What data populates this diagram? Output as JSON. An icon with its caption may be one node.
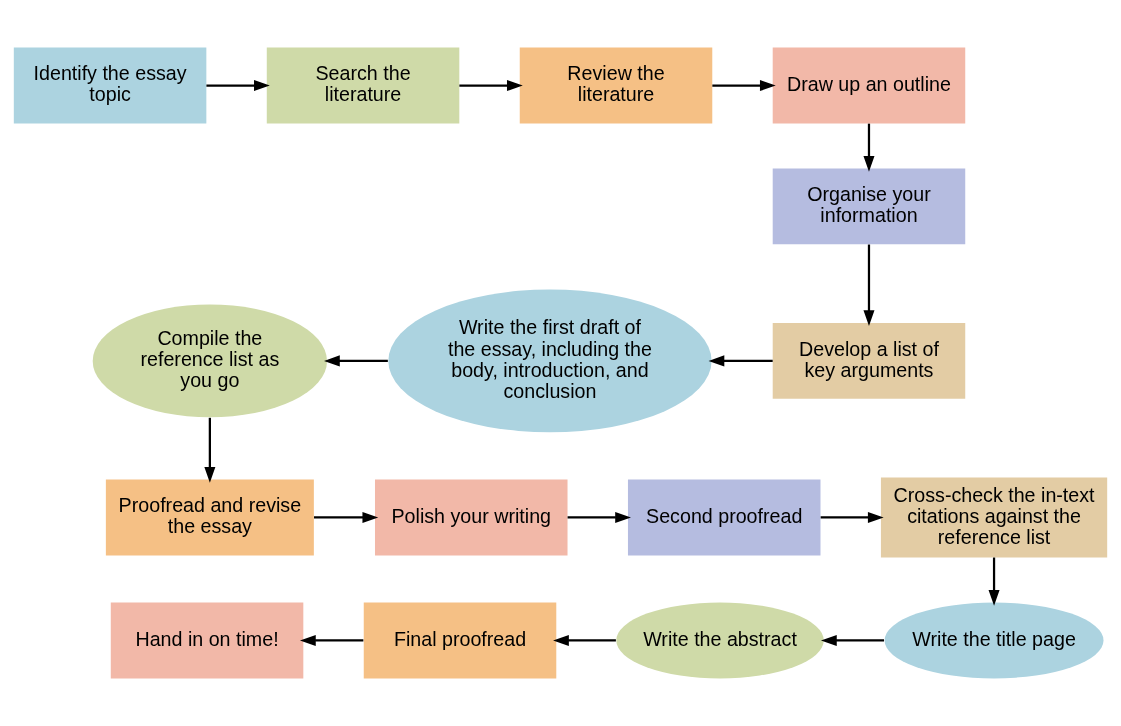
{
  "diagram": {
    "nodes": [
      {
        "text": [
          "Identify the essay topic"
        ]
      },
      {
        "text": [
          "Search the literature"
        ]
      },
      {
        "text": [
          "Review the literature"
        ]
      },
      {
        "text": [
          "Draw up an outline"
        ]
      },
      {
        "text": [
          "Organise your information"
        ]
      },
      {
        "text": [
          "Develop a list of key arguments"
        ]
      },
      {
        "text": [
          "Write the first draft of the essay, including the body, introduction, and conclusion"
        ]
      },
      {
        "text": [
          "Compile the reference list as you go"
        ]
      },
      {
        "text": [
          "Proofread and revise the essay"
        ]
      },
      {
        "text": [
          "Polish your writing"
        ]
      },
      {
        "text": [
          "Second proofread"
        ]
      },
      {
        "text": [
          "Cross-check the in-text citations against the reference list"
        ]
      },
      {
        "text": [
          "Write the title page"
        ]
      },
      {
        "text": [
          "Write the abstract"
        ]
      },
      {
        "text": [
          "Final proofread"
        ]
      },
      {
        "text": [
          "Hand in on time!"
        ]
      }
    ],
    "edges": [
      {
        "from": 0,
        "to": 1,
        "arrow": "to"
      },
      {
        "from": 1,
        "to": 2,
        "arrow": "to"
      },
      {
        "from": 2,
        "to": 3,
        "arrow": "to"
      },
      {
        "from": 3,
        "to": 4,
        "arrow": "to"
      },
      {
        "from": 4,
        "to": 5,
        "arrow": "to"
      },
      {
        "from": 5,
        "to": 6,
        "arrow": "to"
      },
      {
        "from": 6,
        "to": 7,
        "arrow": "to"
      },
      {
        "from": 7,
        "to": 8,
        "arrow": "to"
      },
      {
        "from": 8,
        "to": 9,
        "arrow": "to"
      },
      {
        "from": 9,
        "to": 10,
        "arrow": "to"
      },
      {
        "from": 10,
        "to": 11,
        "arrow": "to"
      },
      {
        "from": 11,
        "to": 12,
        "arrow": "to"
      },
      {
        "from": 12,
        "to": 13,
        "arrow": "to"
      },
      {
        "from": 13,
        "to": 14,
        "arrow": "to"
      },
      {
        "from": 14,
        "to": 15,
        "arrow": "to"
      }
    ]
  }
}
